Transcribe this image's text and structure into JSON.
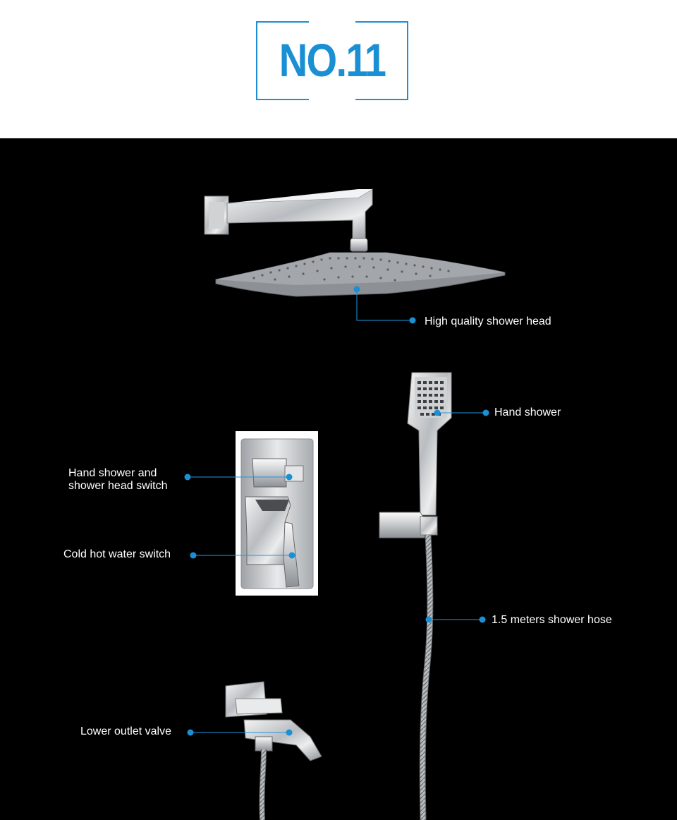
{
  "header": {
    "badge_text": "NO.11",
    "accent": "#1a8fd4"
  },
  "callouts": {
    "shower_head": "High quality shower head",
    "hand_shower": "Hand shower",
    "switch_line1": "Hand shower and",
    "switch_line2": "shower head switch",
    "cold_hot": "Cold hot water switch",
    "hose": "1.5 meters shower hose",
    "outlet": "Lower outlet valve"
  },
  "colors": {
    "background": "#000000",
    "line": "#2196e0",
    "dot": "#1a8fd4"
  }
}
